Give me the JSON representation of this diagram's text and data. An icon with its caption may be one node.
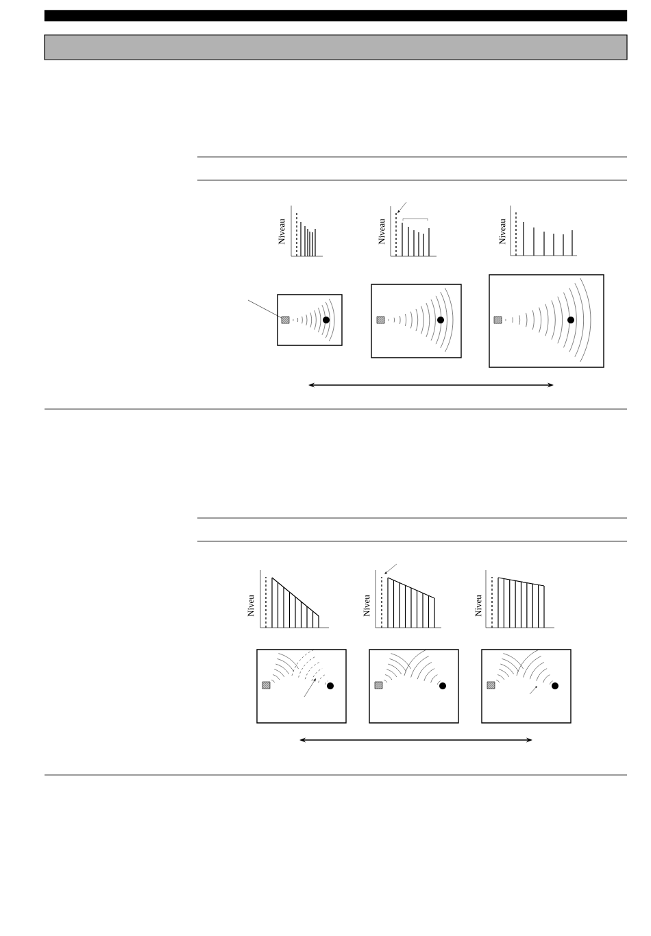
{
  "diagram": {
    "nodes": [
      {
        "text": [],
        "shape": "bar"
      },
      {
        "text": [],
        "shape": "bar"
      }
    ],
    "labels": [
      "Niveau",
      "Niveau",
      "Niveau",
      "Niveu",
      "Niveu",
      "Niveu"
    ]
  }
}
